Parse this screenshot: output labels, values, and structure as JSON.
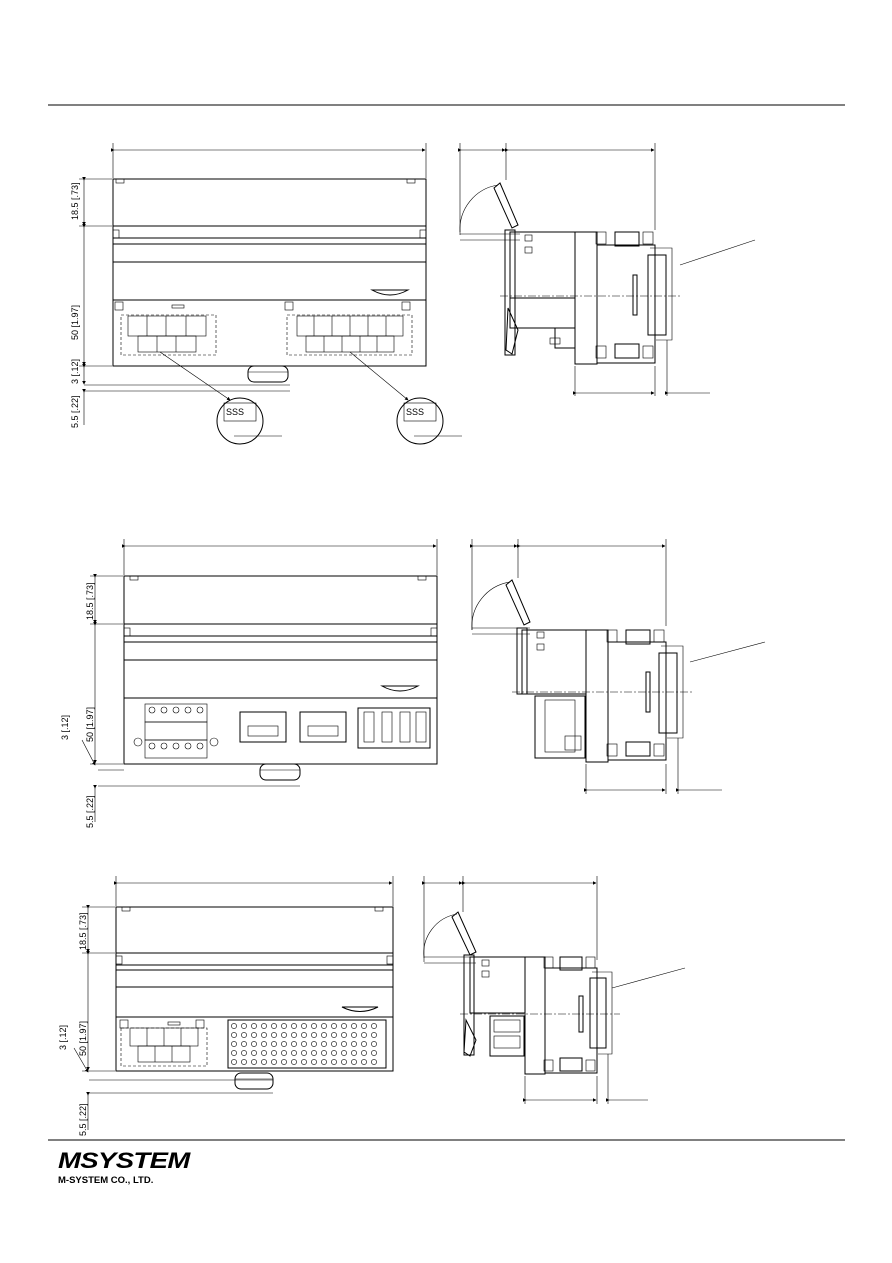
{
  "dims": {
    "top_height": "18.5 [.73]",
    "body_height": "50 [1.97]",
    "rail_offset": "3 [.12]",
    "rail_depth": "5.5 [.22]"
  },
  "logo": {
    "brand": "MSYSTEM",
    "company": "M-SYSTEM CO., LTD."
  }
}
